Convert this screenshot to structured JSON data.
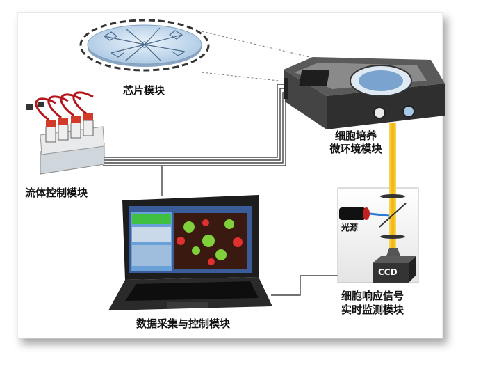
{
  "labels": {
    "chip_module": "芯片模块",
    "culture_module_line1": "细胞培养",
    "culture_module_line2": "微环境模块",
    "fluid_module": "流体控制模块",
    "light_source": "光源",
    "ccd": "CCD",
    "monitor_module_line1": "细胞响应信号",
    "monitor_module_line2": "实时监测模块",
    "daq_module": "数据采集与控制模块"
  },
  "icons": {
    "chip": "microfluidic-chip-disc",
    "incubator": "cell-culture-incubator",
    "valves": "solenoid-valve-array",
    "laptop": "laptop-computer",
    "optics": "optical-detection-box",
    "light": "light-source-lamp",
    "camera": "ccd-camera"
  },
  "colors": {
    "card_border": "#d8d8d8",
    "wire": "#444444",
    "beam": "#f2c21a",
    "chip_fill": "#c9def2",
    "device_body": "#3a3a3a",
    "screen_green": "#3a8a2a"
  }
}
